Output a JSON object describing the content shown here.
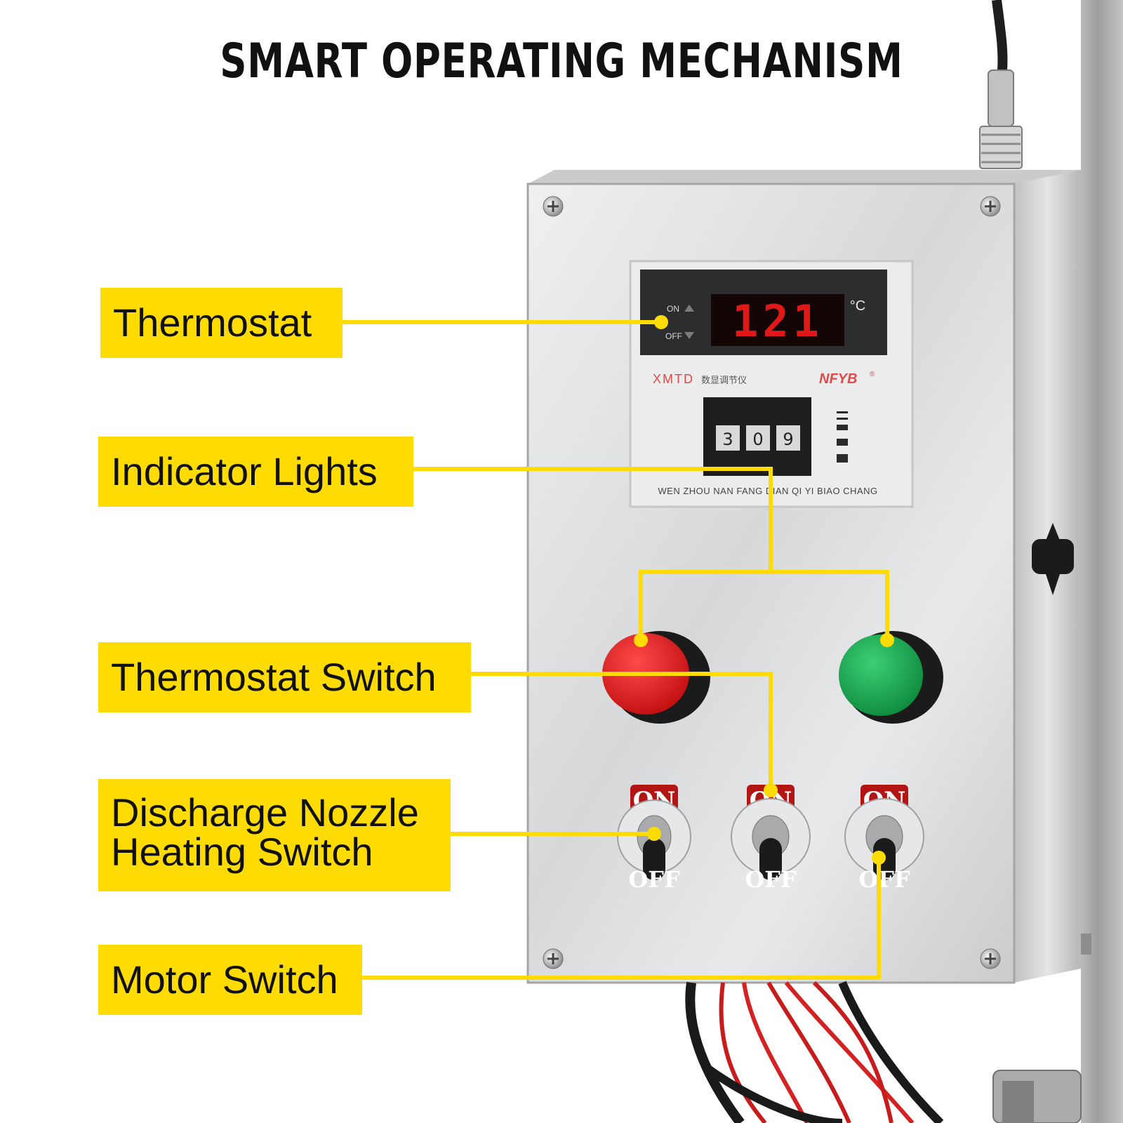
{
  "title": "SMART OPERATING MECHANISM",
  "colors": {
    "callout_yellow": "#fedc03",
    "led_red": "#e01818",
    "indicator_red": "#dd1f1f",
    "indicator_green": "#1aa34f",
    "panel_steel": "#d9dadb"
  },
  "callouts": {
    "thermostat": "Thermostat",
    "indicator_lights": "Indicator Lights",
    "thermostat_switch": "Thermostat Switch",
    "discharge_line1": "Discharge Nozzle",
    "discharge_line2": "Heating Switch",
    "motor_switch": "Motor Switch"
  },
  "controller": {
    "on": "ON",
    "off": "OFF",
    "display": "121",
    "unit": "°C",
    "model": "XMTD",
    "model_cn": "数显调节仪",
    "brand": "NFYB",
    "brand_mark": "®",
    "dial_1": "3",
    "dial_2": "0",
    "dial_3": "9",
    "maker": "WEN ZHOU NAN FANG DIAN QI YI BIAO CHANG"
  },
  "toggles": {
    "on": "ON",
    "off": "OFF"
  }
}
